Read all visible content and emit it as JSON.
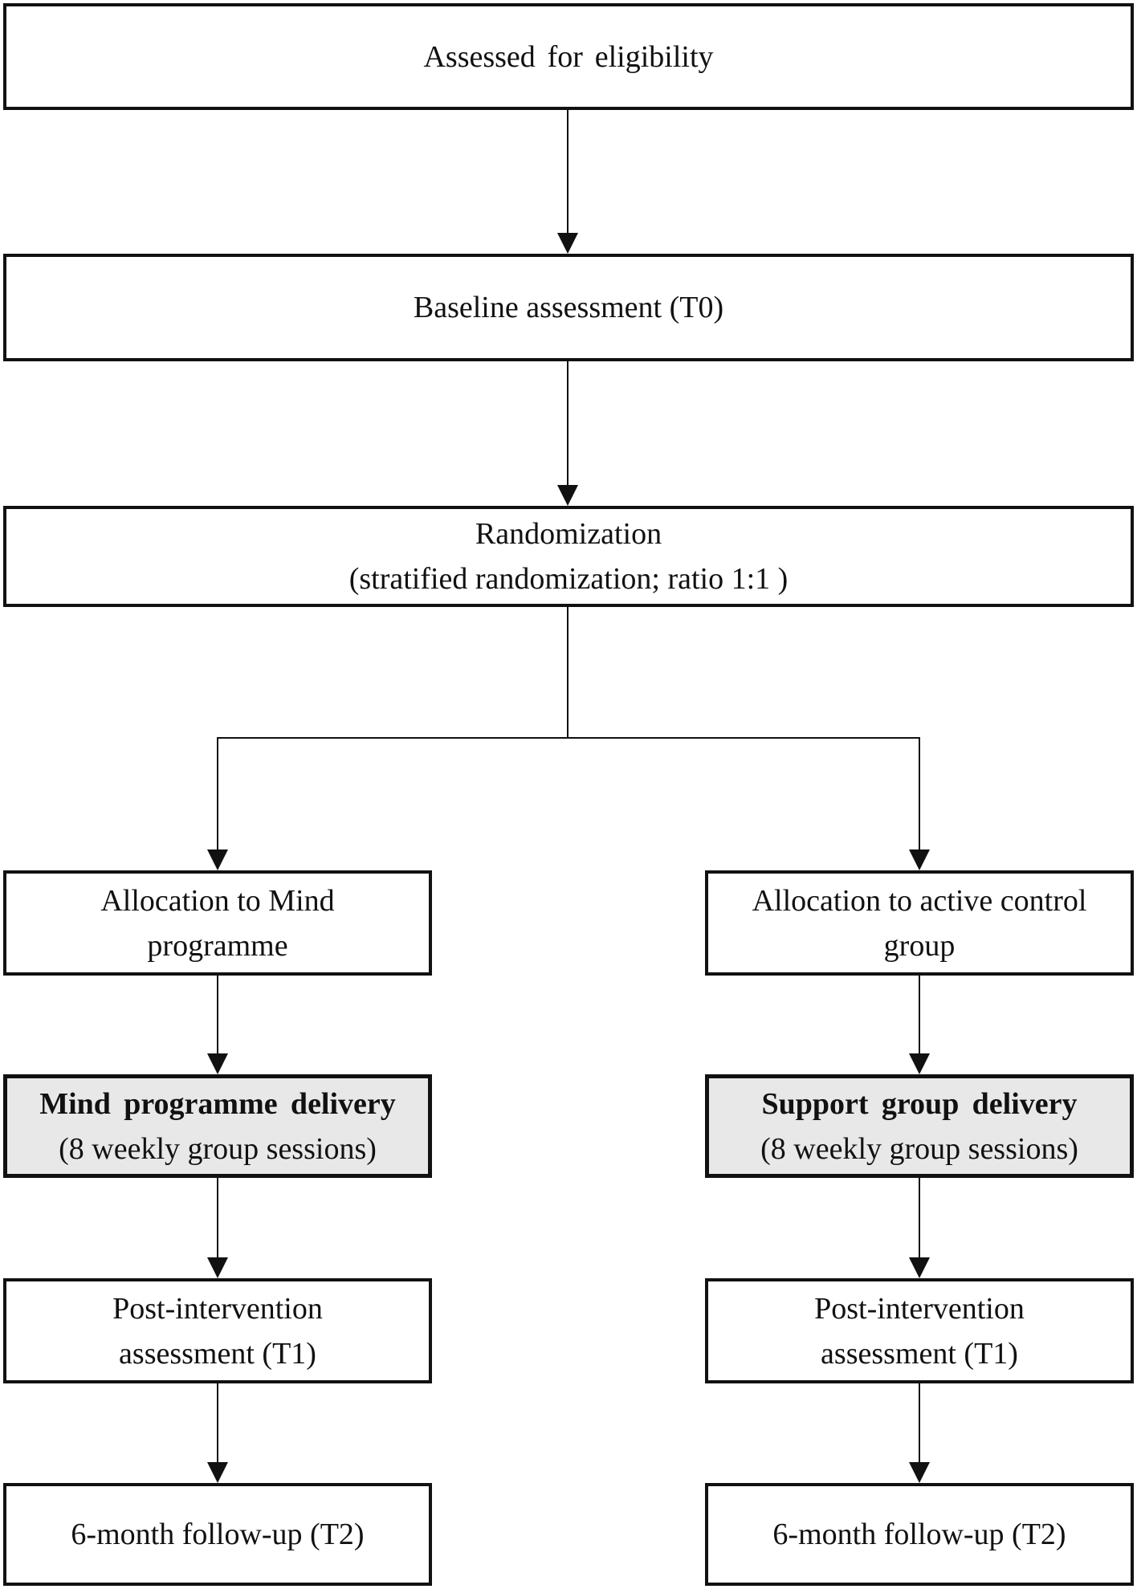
{
  "colors": {
    "background": "#ffffff",
    "line": "#111111",
    "text": "#111111",
    "shaded_fill": "#e8e8e8"
  },
  "boxes": {
    "assessed": {
      "line1": "Assessed for eligibility"
    },
    "baseline": {
      "line1": "Baseline assessment (T0)"
    },
    "randomization": {
      "line1": "Randomization",
      "line2": "(stratified randomization; ratio 1:1 )"
    },
    "allocation_mind": {
      "line1": "Allocation to Mind",
      "line2": "programme"
    },
    "allocation_control": {
      "line1": "Allocation to active control",
      "line2": "group"
    },
    "delivery_mind": {
      "line1": "Mind programme delivery",
      "line2": "(8 weekly group sessions)"
    },
    "delivery_support": {
      "line1": "Support group delivery",
      "line2": "(8 weekly group sessions)"
    },
    "post_mind": {
      "line1": "Post-intervention",
      "line2": "assessment (T1)"
    },
    "post_control": {
      "line1": "Post-intervention",
      "line2": "assessment (T1)"
    },
    "followup_mind": {
      "line1": "6-month follow-up (T2)"
    },
    "followup_control": {
      "line1": "6-month follow-up (T2)"
    }
  }
}
